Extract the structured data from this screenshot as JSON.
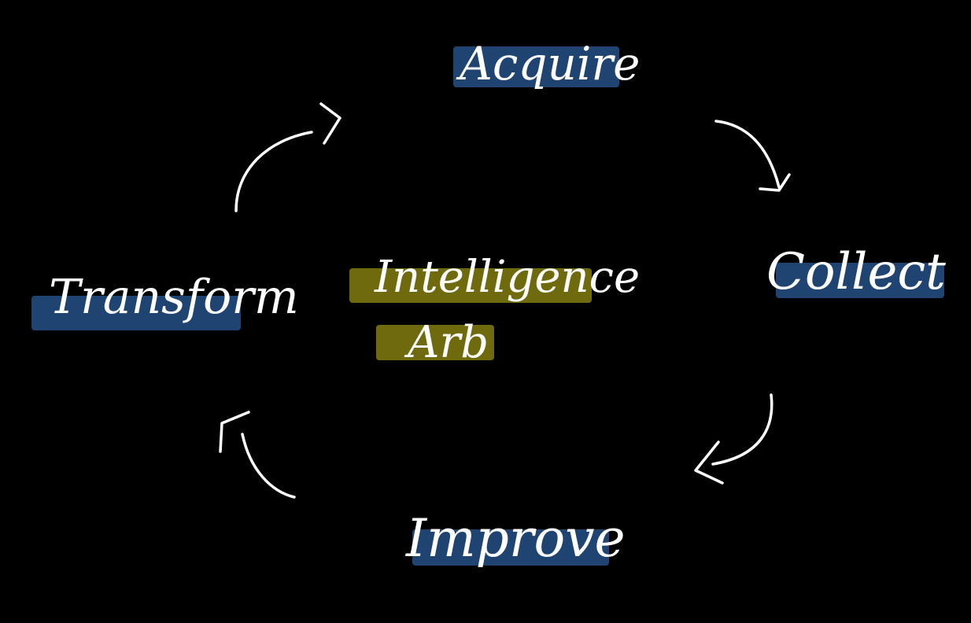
{
  "colors": {
    "background": "#000000",
    "stage_highlight": "#1f4472",
    "center_highlight": "#6f6a0e",
    "ink": "#ffffff"
  },
  "center": {
    "line1": "Intelligence",
    "line2": "Arb"
  },
  "stages": {
    "acquire": "Acquire",
    "collect": "Collect",
    "improve": "Improve",
    "transform": "Transform"
  }
}
